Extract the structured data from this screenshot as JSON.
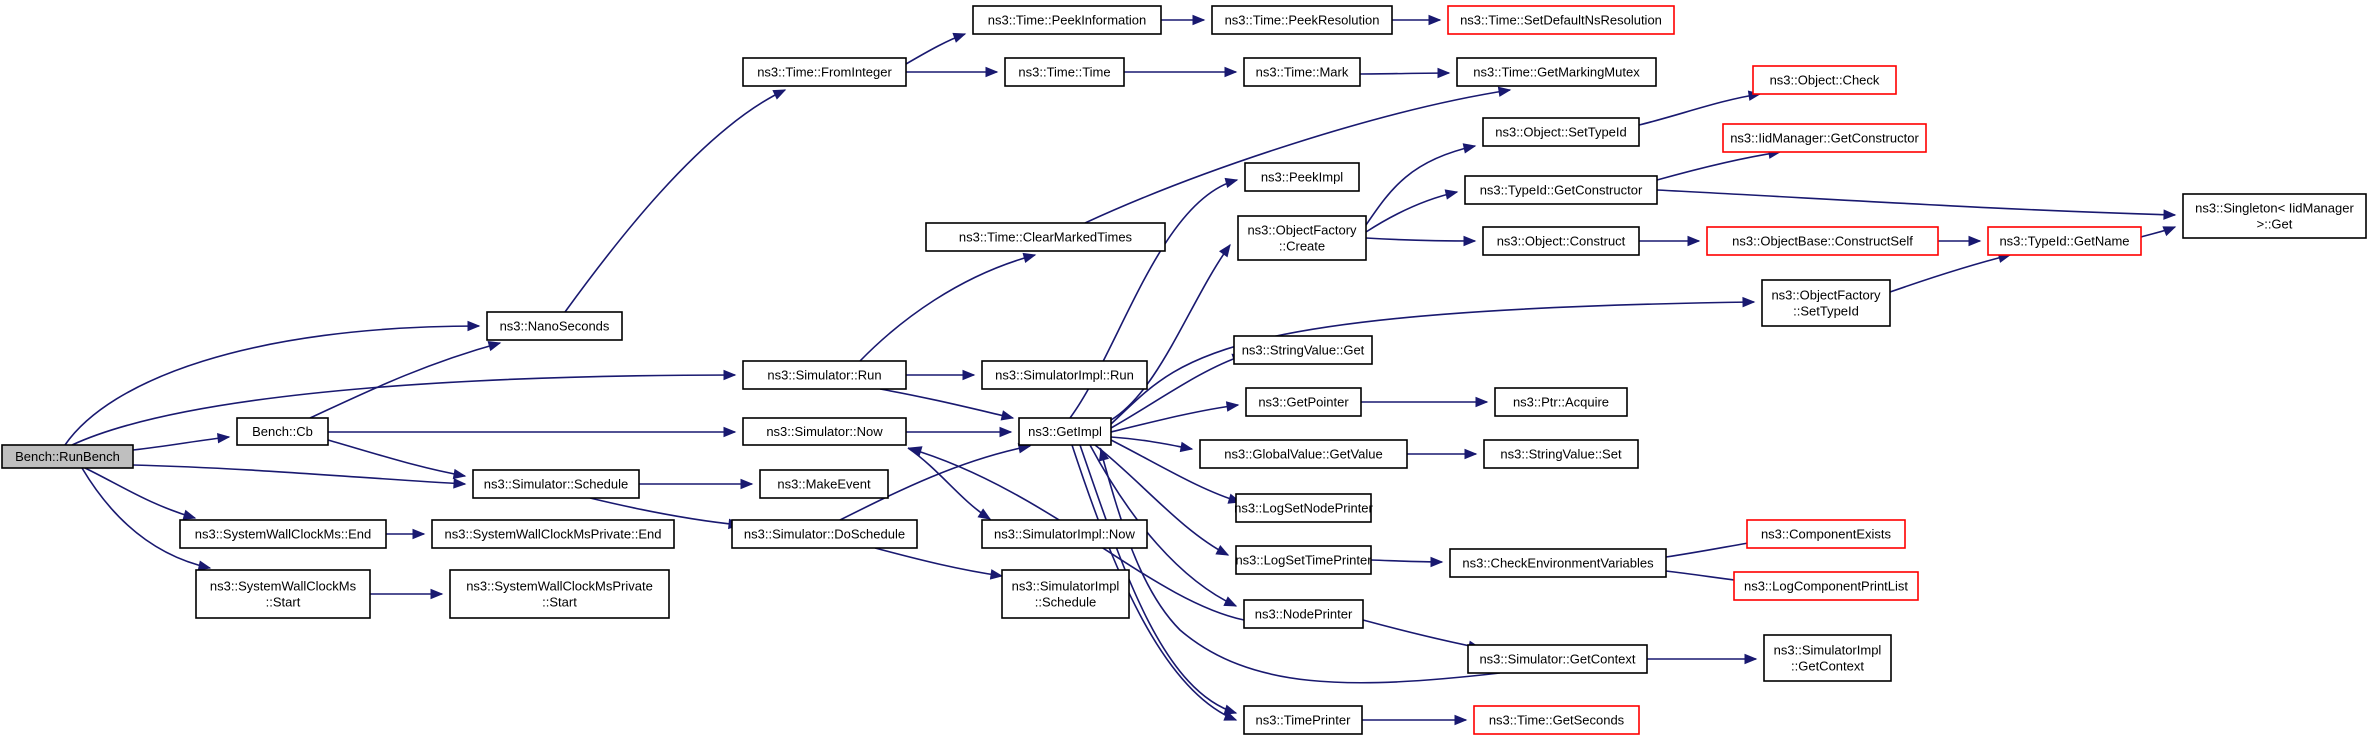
{
  "diagram": {
    "type": "call-graph",
    "colors": {
      "edge": "#191970",
      "root_fill": "#bfbfbf",
      "node_fill": "#ffffff",
      "node_border": "#000000",
      "truncated_border": "#ff0000"
    },
    "nodes": [
      {
        "id": "runbench",
        "lines": [
          "Bench::RunBench"
        ],
        "root": true
      },
      {
        "id": "nanoseconds",
        "lines": [
          "ns3::NanoSeconds"
        ]
      },
      {
        "id": "fromint",
        "lines": [
          "ns3::Time::FromInteger"
        ]
      },
      {
        "id": "peekinfo",
        "lines": [
          "ns3::Time::PeekInformation"
        ]
      },
      {
        "id": "peekres",
        "lines": [
          "ns3::Time::PeekResolution"
        ]
      },
      {
        "id": "setdefres",
        "lines": [
          "ns3::Time::SetDefaultNsResolution"
        ],
        "truncated": true
      },
      {
        "id": "timetime",
        "lines": [
          "ns3::Time::Time"
        ]
      },
      {
        "id": "timemark",
        "lines": [
          "ns3::Time::Mark"
        ]
      },
      {
        "id": "getmutex",
        "lines": [
          "ns3::Time::GetMarkingMutex"
        ]
      },
      {
        "id": "clearmarked",
        "lines": [
          "ns3::Time::ClearMarkedTimes"
        ]
      },
      {
        "id": "simrun",
        "lines": [
          "ns3::Simulator::Run"
        ]
      },
      {
        "id": "simimplrun",
        "lines": [
          "ns3::SimulatorImpl::Run"
        ]
      },
      {
        "id": "benchcb",
        "lines": [
          "Bench::Cb"
        ]
      },
      {
        "id": "simnow",
        "lines": [
          "ns3::Simulator::Now"
        ]
      },
      {
        "id": "getimpl",
        "lines": [
          "ns3::GetImpl"
        ]
      },
      {
        "id": "simschedule",
        "lines": [
          "ns3::Simulator::Schedule"
        ]
      },
      {
        "id": "makeevent",
        "lines": [
          "ns3::MakeEvent"
        ]
      },
      {
        "id": "doschedule",
        "lines": [
          "ns3::Simulator::DoSchedule"
        ]
      },
      {
        "id": "simimplnow",
        "lines": [
          "ns3::SimulatorImpl::Now"
        ]
      },
      {
        "id": "simimplsched",
        "lines": [
          "ns3::SimulatorImpl",
          "::Schedule"
        ]
      },
      {
        "id": "swcend",
        "lines": [
          "ns3::SystemWallClockMs::End"
        ]
      },
      {
        "id": "swcpend",
        "lines": [
          "ns3::SystemWallClockMsPrivate::End"
        ]
      },
      {
        "id": "swcstart",
        "lines": [
          "ns3::SystemWallClockMs",
          "::Start"
        ]
      },
      {
        "id": "swcpstart",
        "lines": [
          "ns3::SystemWallClockMsPrivate",
          "::Start"
        ]
      },
      {
        "id": "peekimpl",
        "lines": [
          "ns3::PeekImpl"
        ]
      },
      {
        "id": "objfcreate",
        "lines": [
          "ns3::ObjectFactory",
          "::Create"
        ]
      },
      {
        "id": "objsettype",
        "lines": [
          "ns3::Object::SetTypeId"
        ]
      },
      {
        "id": "objcheck",
        "lines": [
          "ns3::Object::Check"
        ],
        "truncated": true
      },
      {
        "id": "typegetctor",
        "lines": [
          "ns3::TypeId::GetConstructor"
        ]
      },
      {
        "id": "iidgetctor",
        "lines": [
          "ns3::IidManager::GetConstructor"
        ],
        "truncated": true
      },
      {
        "id": "singleton",
        "lines": [
          "ns3::Singleton< IidManager",
          " >::Get"
        ]
      },
      {
        "id": "objconstruct",
        "lines": [
          "ns3::Object::Construct"
        ]
      },
      {
        "id": "constructself",
        "lines": [
          "ns3::ObjectBase::ConstructSelf"
        ],
        "truncated": true
      },
      {
        "id": "typegetname",
        "lines": [
          "ns3::TypeId::GetName"
        ],
        "truncated": true
      },
      {
        "id": "objfsettype",
        "lines": [
          "ns3::ObjectFactory",
          "::SetTypeId"
        ]
      },
      {
        "id": "strget",
        "lines": [
          "ns3::StringValue::Get"
        ]
      },
      {
        "id": "getpointer",
        "lines": [
          "ns3::GetPointer"
        ]
      },
      {
        "id": "ptracquire",
        "lines": [
          "ns3::Ptr::Acquire"
        ]
      },
      {
        "id": "gvgetvalue",
        "lines": [
          "ns3::GlobalValue::GetValue"
        ]
      },
      {
        "id": "strset",
        "lines": [
          "ns3::StringValue::Set"
        ]
      },
      {
        "id": "logsetnode",
        "lines": [
          "ns3::LogSetNodePrinter"
        ]
      },
      {
        "id": "logsettime",
        "lines": [
          "ns3::LogSetTimePrinter"
        ]
      },
      {
        "id": "checkenv",
        "lines": [
          "ns3::CheckEnvironmentVariables"
        ]
      },
      {
        "id": "compexists",
        "lines": [
          "ns3::ComponentExists"
        ],
        "truncated": true
      },
      {
        "id": "logcompprint",
        "lines": [
          "ns3::LogComponentPrintList"
        ],
        "truncated": true
      },
      {
        "id": "nodeprinter",
        "lines": [
          "ns3::NodePrinter"
        ]
      },
      {
        "id": "simgetctx",
        "lines": [
          "ns3::Simulator::GetContext"
        ]
      },
      {
        "id": "simimplctx",
        "lines": [
          "ns3::SimulatorImpl",
          "::GetContext"
        ]
      },
      {
        "id": "timeprinter",
        "lines": [
          "ns3::TimePrinter"
        ]
      },
      {
        "id": "timegetsec",
        "lines": [
          "ns3::Time::GetSeconds"
        ],
        "truncated": true
      }
    ]
  }
}
